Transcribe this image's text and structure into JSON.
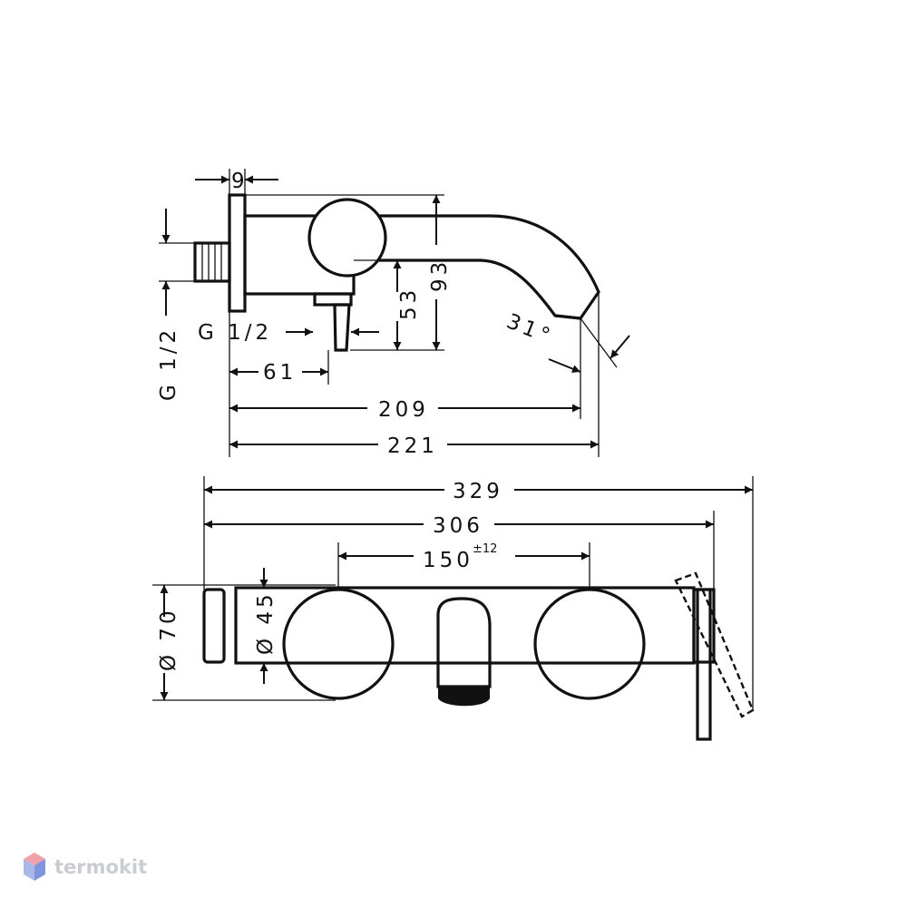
{
  "diagram": {
    "side_view": {
      "dimensions": {
        "wall_plate": "9",
        "inlet_thread": "G 1/2",
        "lever_thread": "G 1/2",
        "lever_offset": "61",
        "outlet_height": "53",
        "total_height": "93",
        "spout_angle": "31°",
        "projection_spout": "209",
        "projection_total": "221"
      }
    },
    "top_view": {
      "dimensions": {
        "total_width": "329",
        "body_width": "306",
        "centers": "150",
        "centers_tolerance": "±12",
        "rosette_diameter": "Ø 70",
        "body_diameter": "Ø 45"
      }
    }
  },
  "logo": {
    "text": "termokit",
    "colors": {
      "top": "#f0a0a8",
      "left": "#a9b8e6",
      "right": "#7f95dc"
    }
  }
}
